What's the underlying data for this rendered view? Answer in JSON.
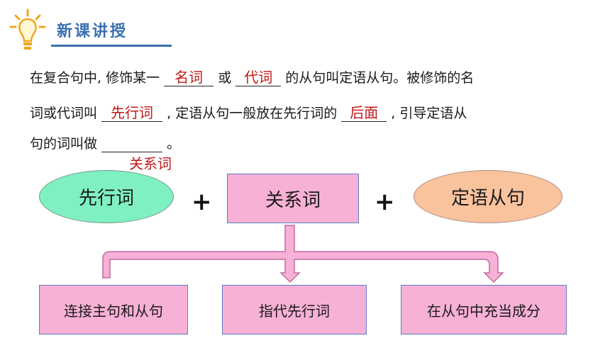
{
  "header": {
    "title": "新课讲授",
    "icon": "lightbulb-icon"
  },
  "paragraph": {
    "l1_a": "在复合句中, 修饰某一",
    "blank1": "名词",
    "l1_b": "或",
    "blank2": "代词",
    "l1_c": "的从句叫定语从句。被修饰的名",
    "l2_a": "词或代词叫",
    "blank3": "先行词",
    "l2_b": ", 定语从句一般放在先行词的",
    "blank4": "后面",
    "l2_c": ", 引导定语从",
    "l3_a": "句的词叫做",
    "l3_b": "。",
    "blank5": "关系词"
  },
  "diagram": {
    "top": [
      "先行词",
      "关系词",
      "定语从句"
    ],
    "plus": "+",
    "bottom": [
      "连接主句和从句",
      "指代先行词",
      "在从句中充当成分"
    ]
  },
  "colors": {
    "ellipse_green": "#7ff0c2",
    "ellipse_orange": "#f9c39e",
    "box_pink": "#f7b0d6",
    "answer_red": "#c01818"
  }
}
